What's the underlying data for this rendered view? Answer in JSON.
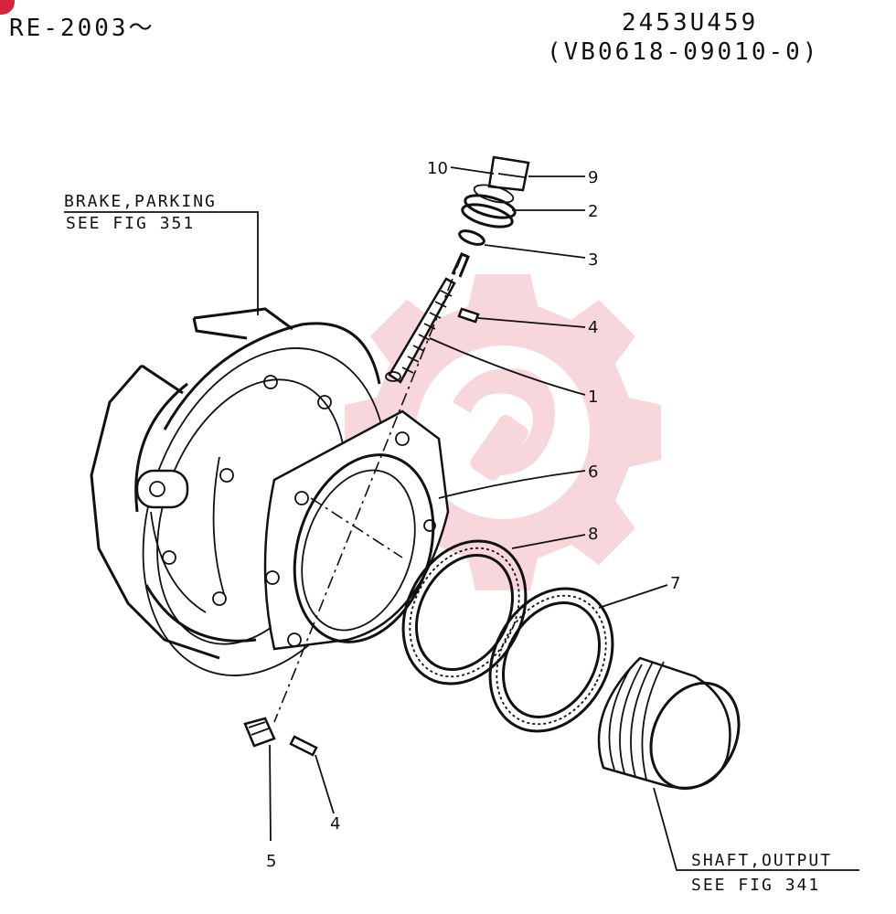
{
  "header": {
    "serial_range": "RE-2003～",
    "part_number": "2453U459",
    "part_code": "(VB0618-09010-0)"
  },
  "notes": {
    "brake_ref_title": "BRAKE,PARKING",
    "brake_ref_fig": "SEE FIG 351",
    "shaft_ref_title": "SHAFT,OUTPUT",
    "shaft_ref_fig": "SEE FIG 341"
  },
  "callouts": {
    "c10": "10",
    "c9": "9",
    "c2": "2",
    "c3": "3",
    "c4_upper": "4",
    "c1": "1",
    "c6": "6",
    "c8": "8",
    "c7": "7",
    "c4_lower": "4",
    "c5": "5"
  },
  "colors": {
    "line": "#111111",
    "watermark": "#f2b8be",
    "corner_badge": "#d8233a"
  }
}
